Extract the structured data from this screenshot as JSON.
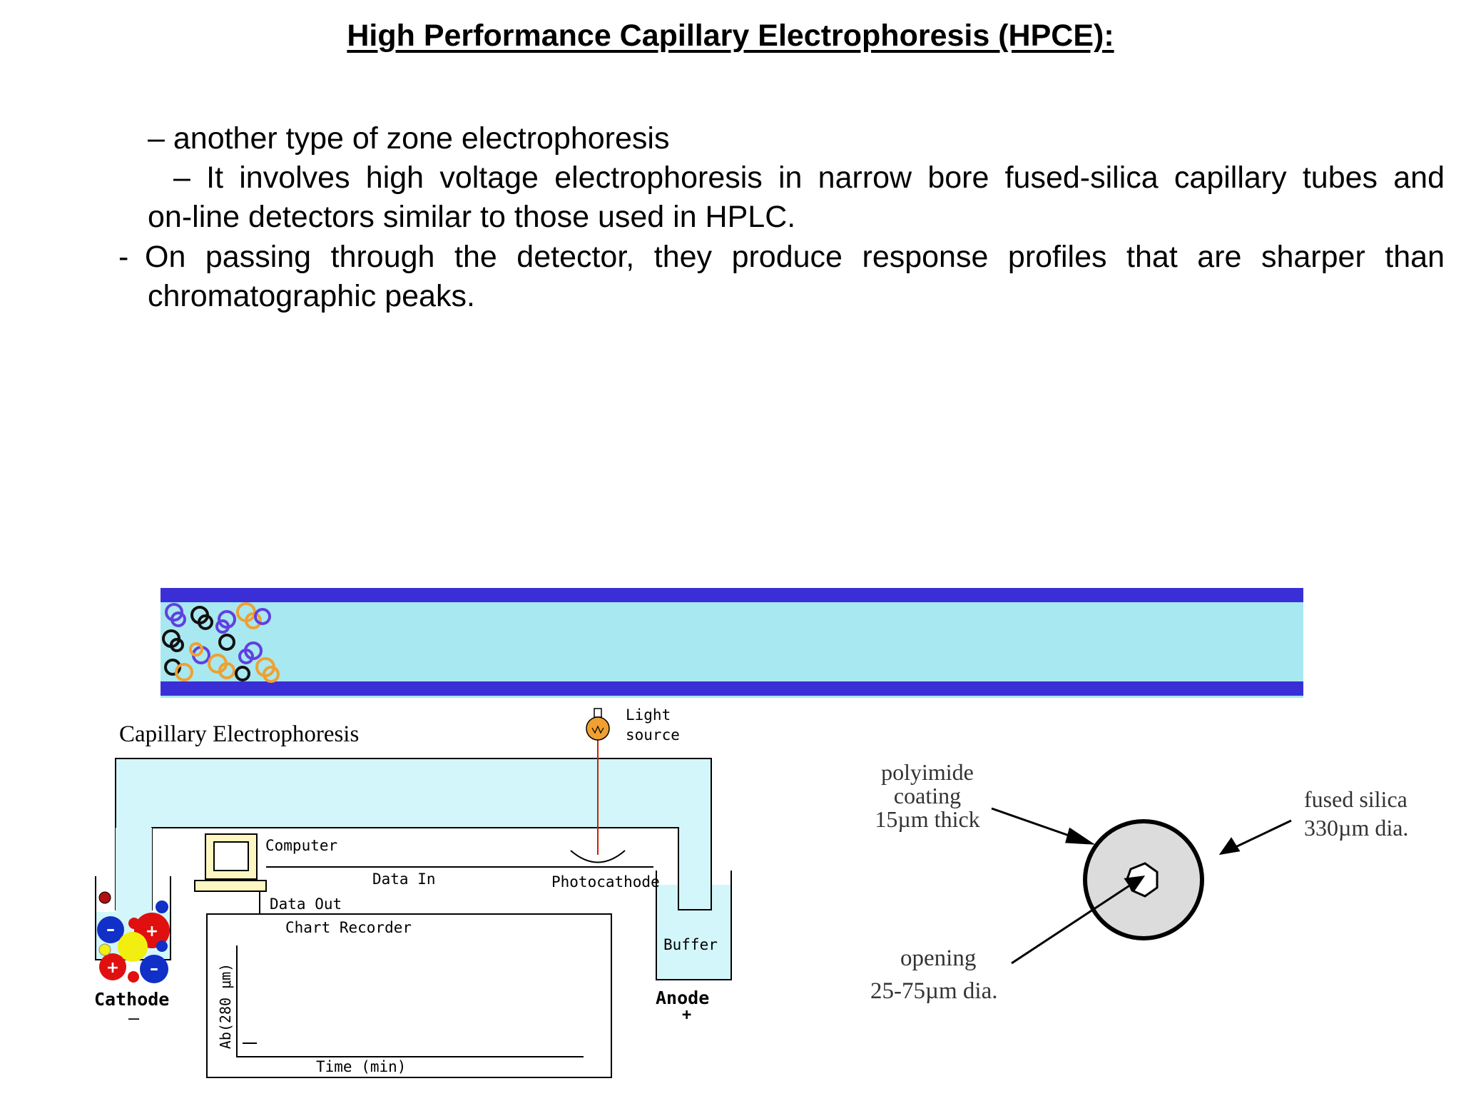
{
  "title": "High Performance Capillary Electrophoresis (HPCE):",
  "body": {
    "line1": "– another type of zone electrophoresis",
    "line2": "– It involves high voltage electrophoresis in narrow bore fused-silica capillary tubes and",
    "line3": "on-line detectors similar to those used in HPLC.",
    "line4_dash": "-",
    "line4": "On passing through the detector, they produce response profiles that are sharper than",
    "line5": "chromatographic peaks."
  },
  "ce_diagram": {
    "title": "Capillary Electrophoresis",
    "light_source_1": "Light",
    "light_source_2": "source",
    "computer": "Computer",
    "data_in": "Data In",
    "data_out": "Data Out",
    "photocathode": "Photocathode",
    "chart_recorder": "Chart Recorder",
    "buffer": "Buffer",
    "cathode": "Cathode",
    "cathode_sign": "–",
    "anode": "Anode",
    "anode_sign": "+",
    "y_axis": "Ab(280 μm)",
    "x_axis": "Time (min)"
  },
  "cross_section": {
    "coating_1": "polyimide",
    "coating_2": "coating",
    "coating_3": "15µm thick",
    "silica_1": "fused silica",
    "silica_2": "330µm dia.",
    "opening_1": "opening",
    "opening_2": "25-75µm dia."
  },
  "colors": {
    "capillary_wall": "#3a2fd6",
    "capillary_fill": "#a8e8f0",
    "apparatus_fill": "#d3f6fb",
    "light_beam": "#cc2200",
    "bulb": "#f0a030",
    "computer": "#fdf6c0",
    "cation": "#e01010",
    "anion": "#1030c8",
    "neutral": "#f2ee10"
  }
}
